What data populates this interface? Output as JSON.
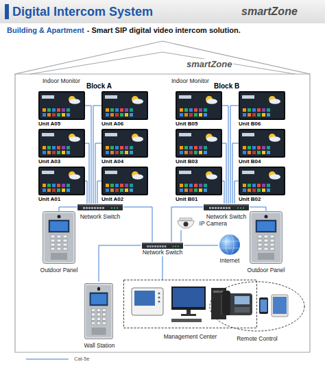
{
  "diagram": {
    "title": "Digital Intercom System",
    "nodes": [
      {
        "text": [
          "Unit A05"
        ]
      },
      {
        "text": [
          "Unit A06"
        ]
      },
      {
        "text": [
          "Unit B05"
        ]
      },
      {
        "text": [
          "Unit B06"
        ]
      },
      {
        "text": [
          "Unit A03"
        ]
      },
      {
        "text": [
          "Unit A04"
        ]
      },
      {
        "text": [
          "Unit B03"
        ]
      },
      {
        "text": [
          "Unit B04"
        ]
      },
      {
        "text": [
          "Unit A01"
        ]
      },
      {
        "text": [
          "Unit A02"
        ]
      },
      {
        "text": [
          "Unit B01"
        ]
      },
      {
        "text": [
          "Unit B02"
        ]
      },
      {
        "text": [
          "Network Switch"
        ]
      },
      {
        "text": [
          "Network Switch"
        ]
      },
      {
        "text": [
          "Outdoor Panel"
        ]
      },
      {
        "text": [
          "IP Camera"
        ]
      },
      {
        "text": [
          "Outdoor Panel"
        ]
      },
      {
        "text": [
          "Network Switch"
        ]
      },
      {
        "text": [
          "Internet"
        ]
      },
      {
        "text": [
          "Wall Station"
        ]
      },
      {
        "text": [
          "Management Center"
        ]
      },
      {
        "text": [
          "Remote Control"
        ]
      }
    ],
    "edges": [
      {
        "from": 0,
        "to": 12,
        "arrow": "none"
      },
      {
        "from": 1,
        "to": 12,
        "arrow": "none"
      },
      {
        "from": 2,
        "to": 13,
        "arrow": "none"
      },
      {
        "from": 3,
        "to": 13,
        "arrow": "none"
      },
      {
        "from": 4,
        "to": 12,
        "arrow": "none"
      },
      {
        "from": 5,
        "to": 12,
        "arrow": "none"
      },
      {
        "from": 6,
        "to": 13,
        "arrow": "none"
      },
      {
        "from": 7,
        "to": 13,
        "arrow": "none"
      },
      {
        "from": 8,
        "to": 12,
        "arrow": "none"
      },
      {
        "from": 9,
        "to": 12,
        "arrow": "none"
      },
      {
        "from": 10,
        "to": 13,
        "arrow": "none"
      },
      {
        "from": 11,
        "to": 13,
        "arrow": "none"
      },
      {
        "from": 12,
        "to": 14,
        "arrow": "none"
      },
      {
        "from": 12,
        "to": 17,
        "arrow": "none"
      },
      {
        "from": 13,
        "to": 16,
        "arrow": "none"
      },
      {
        "from": 13,
        "to": 17,
        "arrow": "none"
      },
      {
        "from": 17,
        "to": 15,
        "arrow": "none"
      },
      {
        "from": 17,
        "to": 18,
        "arrow": "none"
      },
      {
        "from": 17,
        "to": 19,
        "arrow": "none"
      },
      {
        "from": 17,
        "to": 20,
        "arrow": "none"
      }
    ],
    "labels": [
      "smartZone",
      "Building & Apartment",
      "- Smart SIP digital video intercom solution.",
      "smartZone",
      "Indoor Monitor",
      "Block A",
      "Indoor Monitor",
      "Block B"
    ],
    "legend": [
      {
        "text": "Cat-5e"
      }
    ]
  }
}
